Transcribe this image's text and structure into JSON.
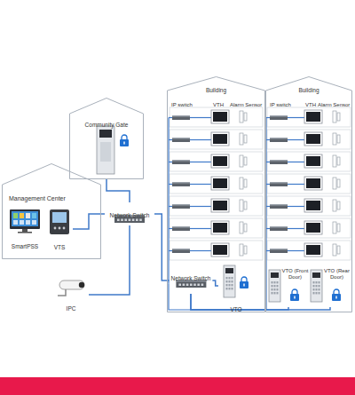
{
  "diagram": {
    "nodes": [
      {
        "text": [
          "Community Gate"
        ]
      },
      {
        "text": [
          "Building"
        ]
      },
      {
        "text": [
          "Building"
        ]
      },
      {
        "text": [
          "Management Center"
        ]
      },
      {
        "text": [
          "SmartPSS"
        ],
        "in": 3
      },
      {
        "text": [
          "VTS"
        ],
        "in": 3
      },
      {
        "text": [
          "Network Switch"
        ]
      },
      {
        "text": [
          "Network Switch"
        ],
        "in": 1
      },
      {
        "text": [
          "VTO"
        ],
        "in": 1
      },
      {
        "text": [
          "VTO (Front Door)"
        ],
        "in": 2
      },
      {
        "text": [
          "VTO (Rear Door)"
        ],
        "in": 2
      },
      {
        "text": [
          "IPC"
        ]
      }
    ],
    "edges": [
      {
        "from": 5,
        "to": 6,
        "arrow": "none"
      },
      {
        "from": 0,
        "to": 6,
        "arrow": "none"
      },
      {
        "from": 11,
        "to": 6,
        "arrow": "none"
      },
      {
        "from": 6,
        "to": 7,
        "arrow": "none"
      },
      {
        "from": 7,
        "to": 8,
        "arrow": "none"
      },
      {
        "from": 7,
        "to": 9,
        "arrow": "none"
      },
      {
        "from": 7,
        "to": 10,
        "arrow": "none"
      }
    ],
    "labels": [
      "IP switch",
      "VTH",
      "Alarm Sensor",
      "IP switch",
      "VTH",
      "Alarm Sensor"
    ]
  }
}
